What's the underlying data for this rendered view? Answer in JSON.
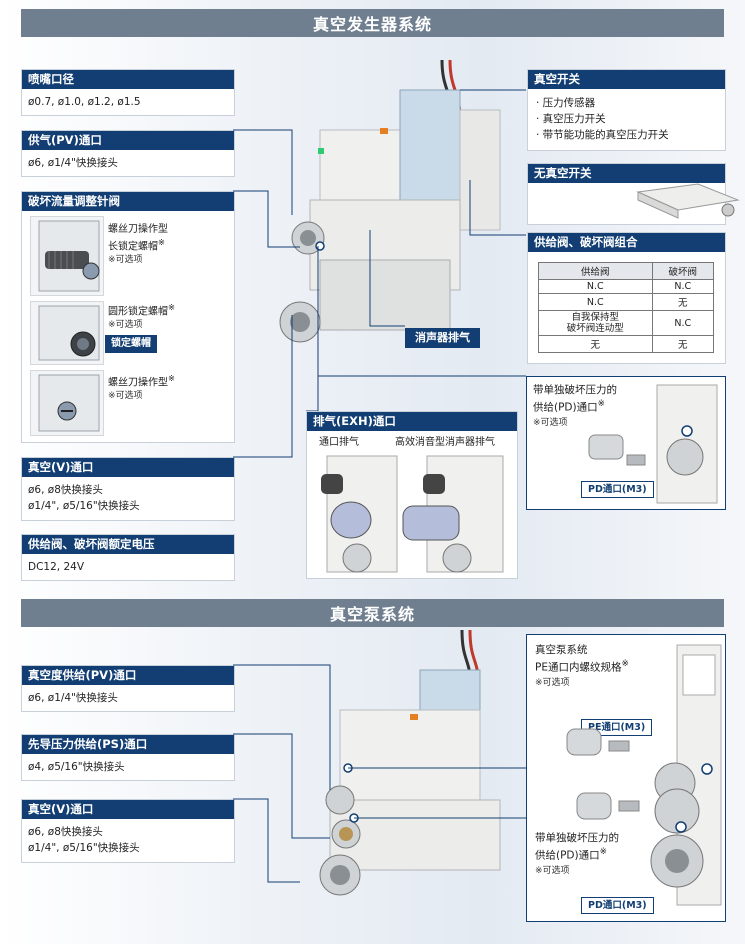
{
  "section1": {
    "title": "真空发生器系统",
    "nozzle": {
      "head": "喷嘴口径",
      "body": "ø0.7, ø1.0, ø1.2, ø1.5"
    },
    "pv_port": {
      "head": "供气(PV)通口",
      "body": "ø6, ø1/4\"快换接头"
    },
    "needle": {
      "head": "破坏流量调整针阀",
      "item1": "螺丝刀操作型\n长锁定螺帽",
      "item1_star": "※",
      "item1_note": "※可选项",
      "item2": "圆形锁定螺帽",
      "item2_star": "※",
      "item2_note": "※可选项",
      "item2_tag": "锁定螺帽",
      "item3": "螺丝刀操作型",
      "item3_star": "※",
      "item3_note": "※可选项"
    },
    "v_port": {
      "head": "真空(V)通口",
      "line1": "ø6, ø8快换接头",
      "line2": "ø1/4\", ø5/16\"快换接头"
    },
    "voltage": {
      "head": "供给阀、破坏阀额定电压",
      "body": "DC12, 24V"
    },
    "vacuum_switch": {
      "head": "真空开关",
      "items": [
        "· 压力传感器",
        "· 真空压力开关",
        "· 带节能功能的真空压力开关"
      ]
    },
    "no_switch": {
      "head": "无真空开关"
    },
    "valve_combo": {
      "head": "供给阀、破坏阀组合",
      "col1": "供给阀",
      "col2": "破坏阀",
      "rows": [
        [
          "N.C",
          "N.C"
        ],
        [
          "N.C",
          "无"
        ],
        [
          "自我保持型\n破坏阀连动型",
          "N.C"
        ],
        [
          "无",
          "无"
        ]
      ]
    },
    "silencer_tag": "消声器排气",
    "pd_port": {
      "caption": "带单独破坏压力的\n供给(PD)通口",
      "star": "※",
      "note": "※可选项",
      "tag": "PD通口(M3)"
    },
    "exh": {
      "head": "排气(EXH)通口",
      "label1": "通口排气",
      "label2": "高效消音型消声器排气"
    }
  },
  "section2": {
    "title": "真空泵系统",
    "pv_port": {
      "head": "真空度供给(PV)通口",
      "body": "ø6, ø1/4\"快换接头"
    },
    "ps_port": {
      "head": "先导压力供给(PS)通口",
      "body": "ø4, ø5/16\"快换接头"
    },
    "v_port": {
      "head": "真空(V)通口",
      "line1": "ø6, ø8快换接头",
      "line2": "ø1/4\", ø5/16\"快换接头"
    },
    "pe_port": {
      "caption": "真空泵系统\nPE通口内螺纹规格",
      "star": "※",
      "note": "※可选项",
      "tag": "PE通口(M3)"
    },
    "pd_port": {
      "caption": "带单独破坏压力的\n供给(PD)通口",
      "star": "※",
      "note": "※可选项",
      "tag": "PD通口(M3)"
    }
  },
  "colors": {
    "navy": "#123e73",
    "bar": "#6f7f90",
    "line": "#123e73"
  }
}
